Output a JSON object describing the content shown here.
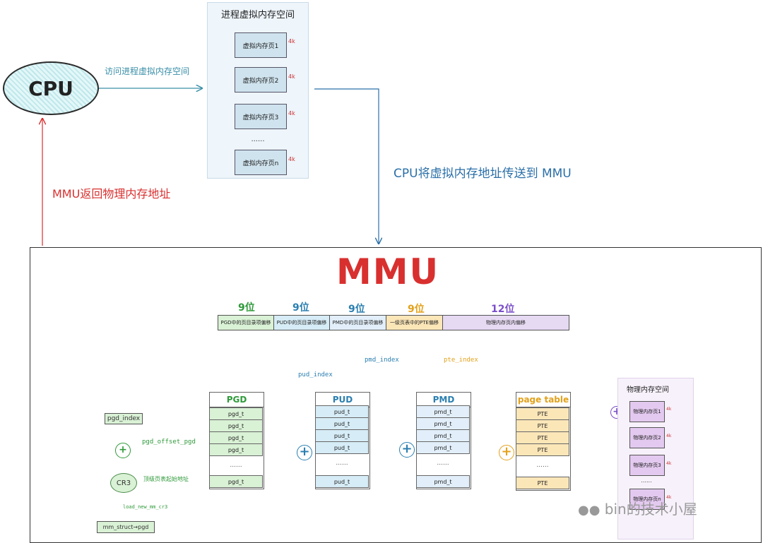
{
  "cpu": {
    "label": "CPU"
  },
  "labels": {
    "access_virtual": "访问进程虚拟内存空间",
    "send_to_mmu": "CPU将虚拟内存地址传送到 MMU",
    "mmu_return": "MMU返回物理内存地址"
  },
  "virtual_space": {
    "title": "进程虚拟内存空间",
    "pages": [
      "虚拟内存页1",
      "虚拟内存页2",
      "虚拟内存页3",
      "虚拟内存页n"
    ],
    "ellipsis": "......",
    "size_label": "4k"
  },
  "mmu": {
    "title": "MMU",
    "bit_labels": [
      "9位",
      "9位",
      "9位",
      "9位",
      "12位"
    ],
    "bit_colors": [
      "#2f9a3a",
      "#2b7fb0",
      "#2b7fb0",
      "#e3a11a",
      "#7b4fc9"
    ],
    "segments": [
      "PGD中的页目录项偏移",
      "PUD中的页目录项偏移",
      "PMD中的页目录项偏移",
      "一级页表中的PTE偏移",
      "物理内存页内偏移"
    ],
    "segment_colors": [
      "#d9f1d5",
      "#d6ecf6",
      "#e2effa",
      "#fbe6b8",
      "#e6d9f2"
    ],
    "index_labels": {
      "pgd_index": "pgd_index",
      "pud_index": "pud_index",
      "pmd_index": "pmd_index",
      "pte_index": "pte_index"
    },
    "pgd_offset": "pgd_offset_pgd",
    "top_table_addr": "顶级页表起始地址",
    "load_cr3": "load_new_mm_cr3",
    "cr3": "CR3",
    "mm_struct": "mm_struct→pgd",
    "plus": "+"
  },
  "tables": [
    {
      "title": "PGD",
      "entry": "pgd_t",
      "color": "#d9f1d5",
      "title_color": "#2f9a3a"
    },
    {
      "title": "PUD",
      "entry": "pud_t",
      "color": "#d6ecf6",
      "title_color": "#2b7fb0"
    },
    {
      "title": "PMD",
      "entry": "pmd_t",
      "color": "#e2effa",
      "title_color": "#2b7fb0"
    },
    {
      "title": "page table",
      "entry": "PTE",
      "color": "#fbe6b8",
      "title_color": "#e3a11a"
    }
  ],
  "table_ellipsis": "......",
  "physical_space": {
    "title": "物理内存空间",
    "pages": [
      "物理内存页1",
      "物理内存页2",
      "物理内存页3",
      "物理内存页n"
    ],
    "ellipsis": "......",
    "size_label": "4k"
  },
  "watermark": "bin的技术小屋"
}
